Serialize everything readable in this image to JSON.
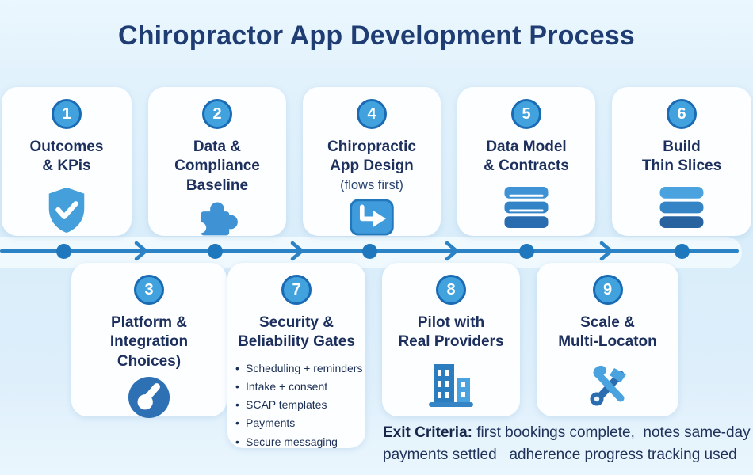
{
  "title": "Chiropractor App Development Process",
  "steps": [
    {
      "num": "1",
      "title": "Outcomes\n& KPis",
      "icon": "shield-check"
    },
    {
      "num": "2",
      "title": "Data &\nCompliance\nBaseline",
      "icon": "puzzle"
    },
    {
      "num": "3",
      "title": "Platform &\nIntegration\nChoices)",
      "icon": "mortar-pestle"
    },
    {
      "num": "4",
      "title": "Chiropractic\nApp Design",
      "subtitle": "(flows first)",
      "icon": "flow-arrow"
    },
    {
      "num": "5",
      "title": "Data Model\n& Contracts",
      "icon": "database"
    },
    {
      "num": "6",
      "title": "Build\nThin Slices",
      "icon": "layers"
    },
    {
      "num": "7",
      "title": "Security &\nBeliability Gates",
      "bullets": [
        "Scheduling + reminders",
        "Intake + consent",
        "SCAP templates",
        "Payments",
        "Secure messaging"
      ]
    },
    {
      "num": "8",
      "title": "Pilot with\nReal Providers",
      "icon": "buildings"
    },
    {
      "num": "9",
      "title": "Scale &\nMulti-Locaton",
      "icon": "crossed-tools"
    }
  ],
  "exit_criteria": {
    "label": "Exit Criteria:",
    "text": " first bookings complete,  notes same-day\npayments settled   adherence progress tracking used"
  },
  "colors": {
    "title_navy": "#1f3d73",
    "card_text": "#1d2f5c",
    "badge_fill": "#41a2de",
    "badge_border": "#1a6bb4",
    "timeline": "#2b82c5",
    "icon_light_blue": "#4aa3de",
    "icon_mid_blue": "#3f93d5",
    "icon_dark_blue": "#2a6cb0",
    "background": "#d9edfa"
  }
}
